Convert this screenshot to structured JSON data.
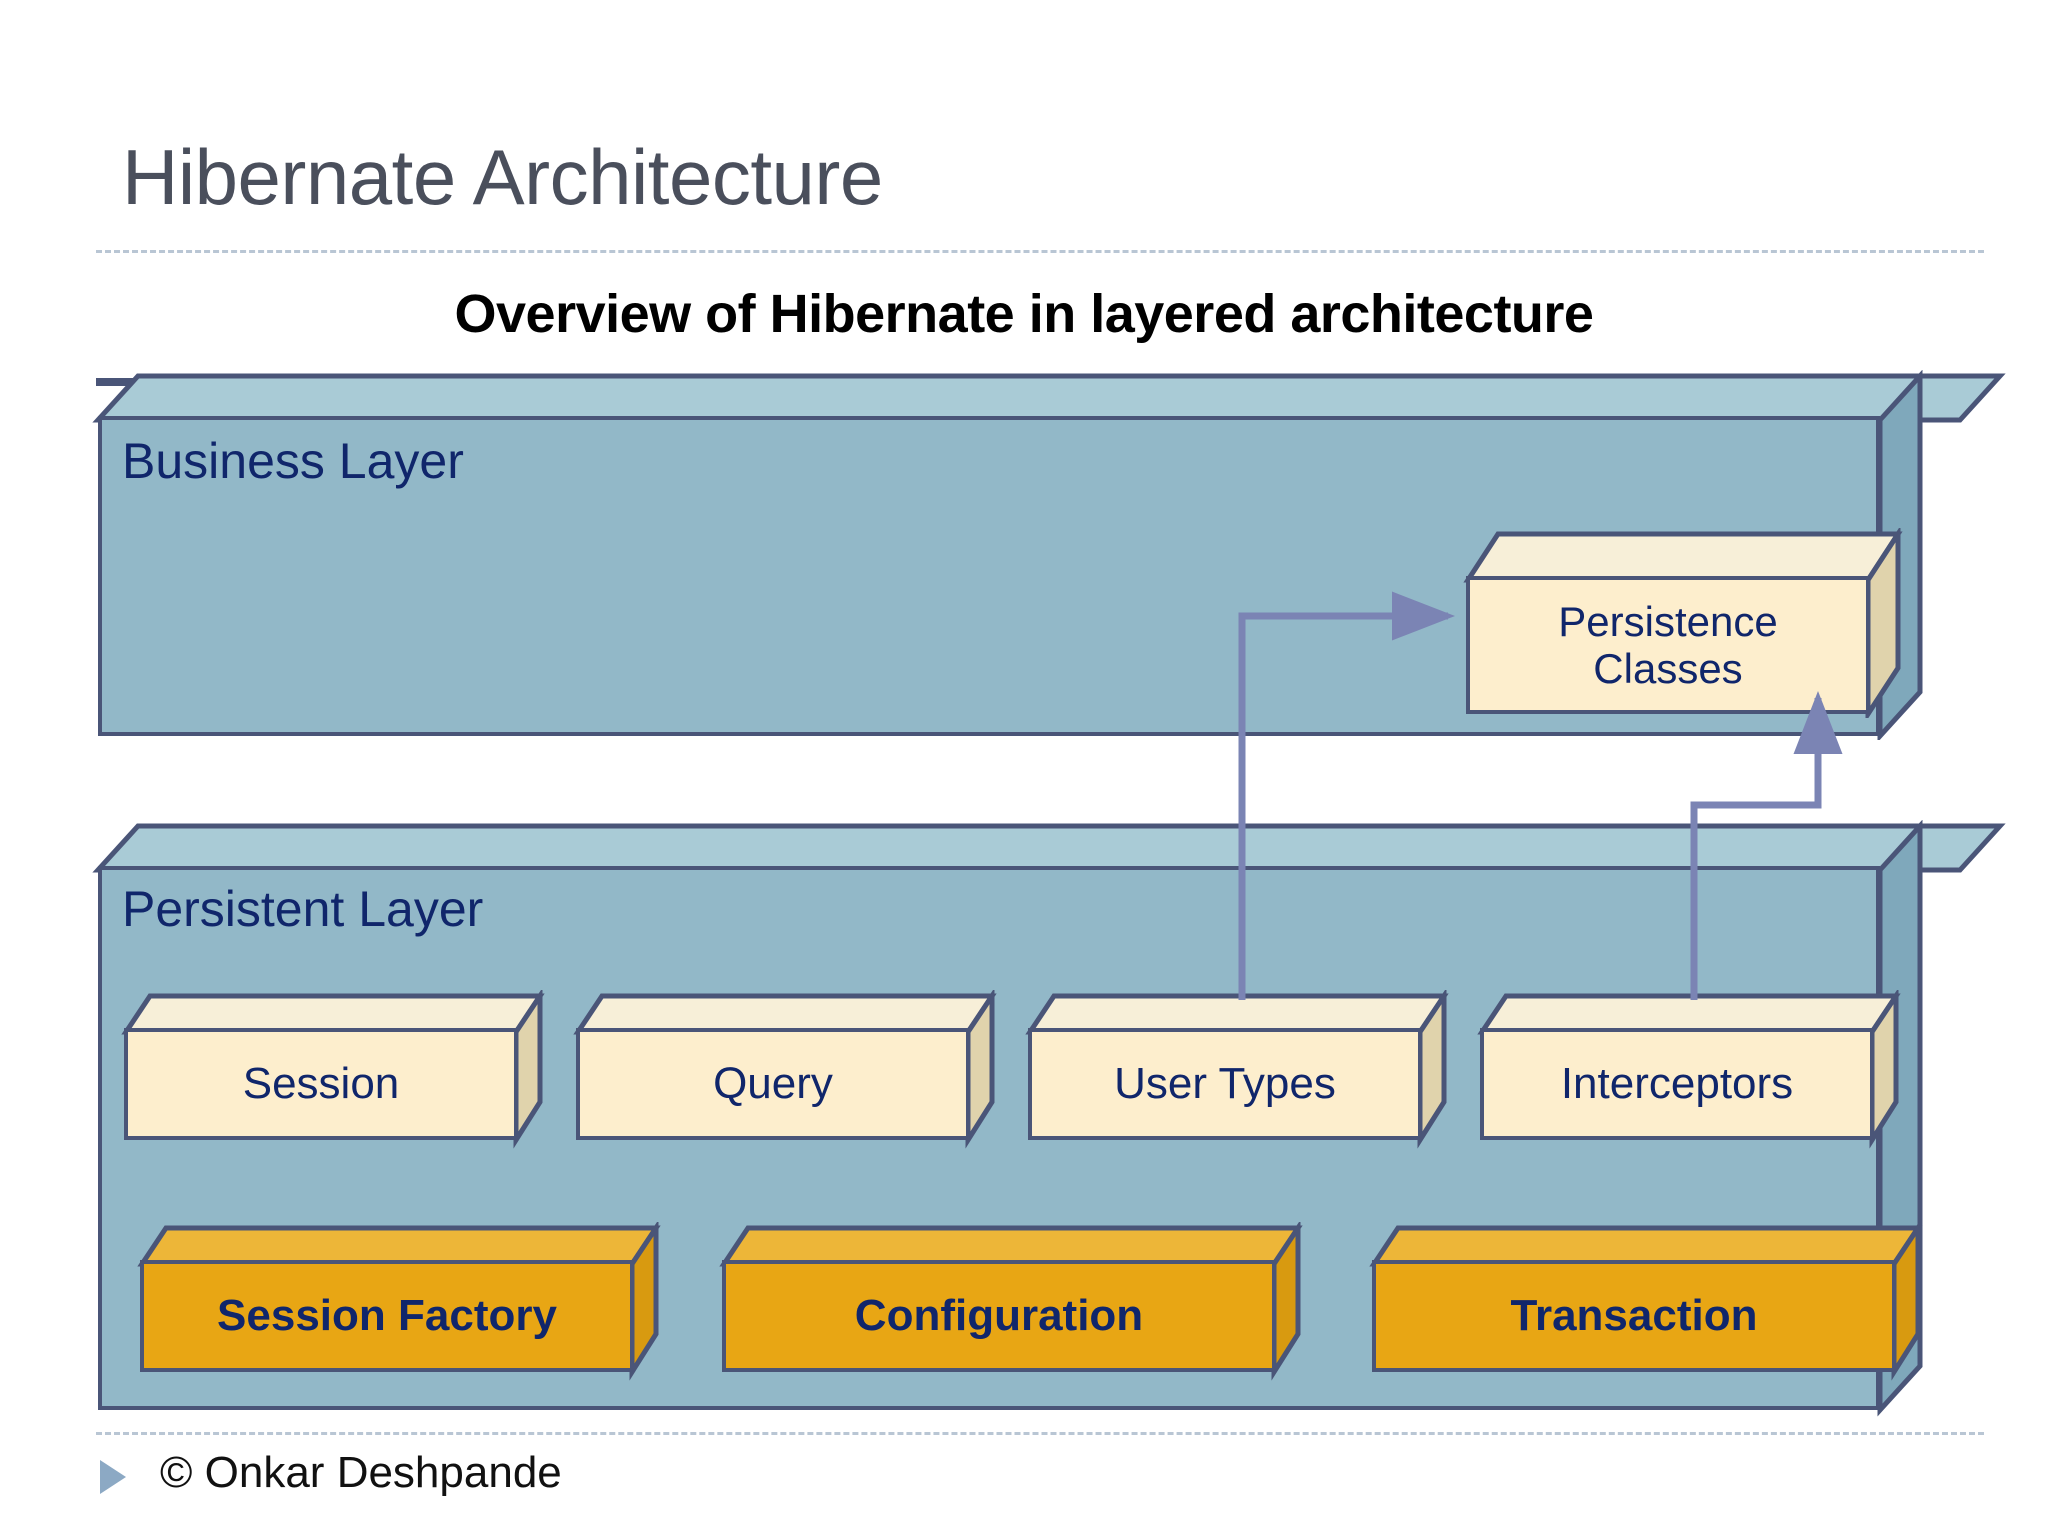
{
  "slide": {
    "title": "Hibernate Architecture",
    "subtitle": "Overview of Hibernate in layered architecture"
  },
  "diagram": {
    "business_layer": {
      "label": "Business Layer",
      "components": [
        {
          "label": "Persistence\nClasses",
          "style": "cream"
        }
      ]
    },
    "persistent_layer": {
      "label": "Persistent Layer",
      "row_one": [
        {
          "label": "Session",
          "style": "cream"
        },
        {
          "label": "Query",
          "style": "cream"
        },
        {
          "label": "User Types",
          "style": "cream"
        },
        {
          "label": "Interceptors",
          "style": "cream"
        }
      ],
      "row_two": [
        {
          "label": "Session Factory",
          "style": "gold"
        },
        {
          "label": "Configuration",
          "style": "gold"
        },
        {
          "label": "Transaction",
          "style": "gold"
        }
      ]
    },
    "connectors": [
      {
        "from": "User Types",
        "to": "Persistence Classes"
      },
      {
        "from": "Interceptors",
        "to": "Persistence Classes"
      }
    ]
  },
  "footer": {
    "bullet_icon": "triangle-right-icon",
    "credit": "© Onkar Deshpande"
  },
  "colors": {
    "layer_front": "#92b8c8",
    "layer_top": "#a9cbd6",
    "layer_right": "#7fa8bb",
    "box_outline": "#4a5578",
    "cream_front": "#fdeecd",
    "gold_front": "#e8a614",
    "label_navy": "#10266b",
    "title_gray": "#4a4f5c",
    "connector": "#7b84b4"
  }
}
